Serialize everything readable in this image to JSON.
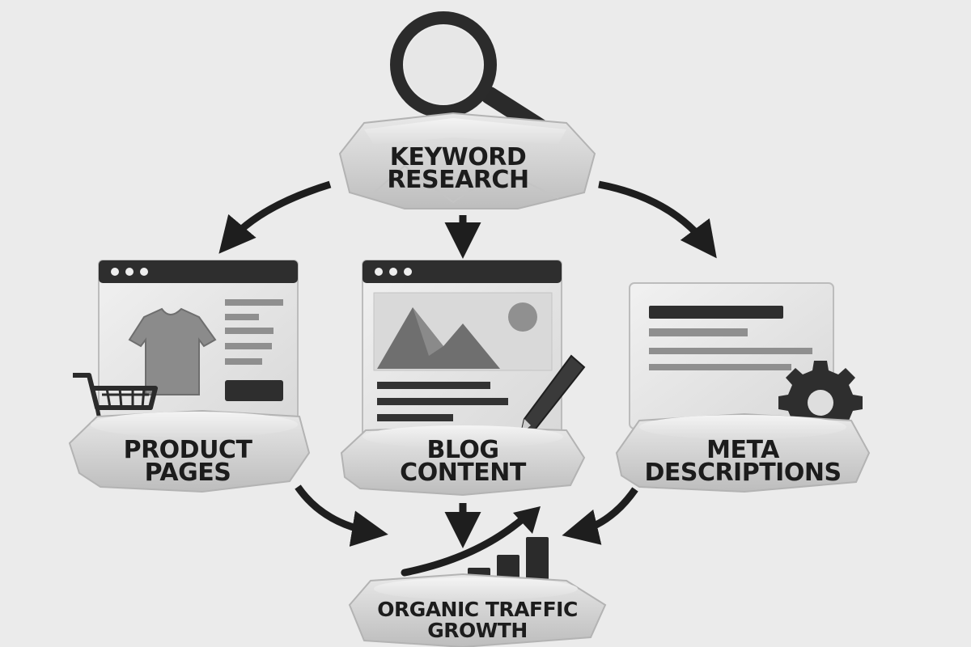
{
  "nodes": {
    "keyword_research": {
      "line1": "KEYWORD",
      "line2": "RESEARCH",
      "icon": "magnifying-glass-icon"
    },
    "product_pages": {
      "line1": "PRODUCT",
      "line2": "PAGES",
      "icon": "shopping-cart-icon"
    },
    "blog_content": {
      "line1": "BLOG",
      "line2": "CONTENT",
      "icon": "pencil-icon"
    },
    "meta_descriptions": {
      "line1": "META",
      "line2": "DESCRIPTIONS",
      "icon": "gear-icon"
    },
    "organic_traffic_growth": {
      "line1": "ORGANIC TRAFFIC",
      "line2": "GROWTH",
      "icon": "bar-chart-trend-icon"
    }
  },
  "colors": {
    "background": "#ebebeb",
    "stone": "#d6d6d6",
    "dark": "#2b2b2b",
    "text": "#1c1c1c"
  }
}
